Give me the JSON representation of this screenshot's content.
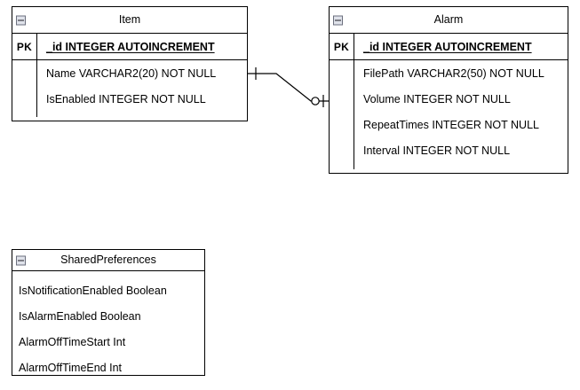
{
  "diagram": {
    "type": "entity-relationship-diagram",
    "background_color": "#ffffff",
    "line_color": "#000000",
    "collapse_icon_fill": "#dfe2ea"
  },
  "entities": [
    {
      "id": "item",
      "name": "Item",
      "collapse_icon": "minus-box-icon",
      "pk_label": "PK",
      "pk_attribute": "_id INTEGER AUTOINCREMENT",
      "attributes": [
        "Name VARCHAR2(20) NOT NULL",
        "IsEnabled INTEGER NOT NULL"
      ]
    },
    {
      "id": "alarm",
      "name": "Alarm",
      "collapse_icon": "minus-box-icon",
      "pk_label": "PK",
      "pk_attribute": "_id INTEGER AUTOINCREMENT",
      "attributes": [
        "FilePath VARCHAR2(50) NOT NULL",
        "Volume INTEGER NOT NULL",
        "RepeatTimes INTEGER NOT NULL",
        "Interval INTEGER NOT NULL"
      ]
    },
    {
      "id": "sharedpreferences",
      "name": "SharedPreferences",
      "collapse_icon": "minus-box-icon",
      "attributes": [
        "IsNotificationEnabled Boolean",
        "IsAlarmEnabled Boolean",
        "AlarmOffTimeStart Int",
        "AlarmOffTimeEnd Int"
      ]
    }
  ],
  "relationships": [
    {
      "id": "item-alarm",
      "from": "item",
      "to": "alarm",
      "from_cardinality": "one",
      "to_cardinality": "zero-or-one",
      "from_notation": "tick",
      "to_notation": "circle-tick"
    }
  ]
}
